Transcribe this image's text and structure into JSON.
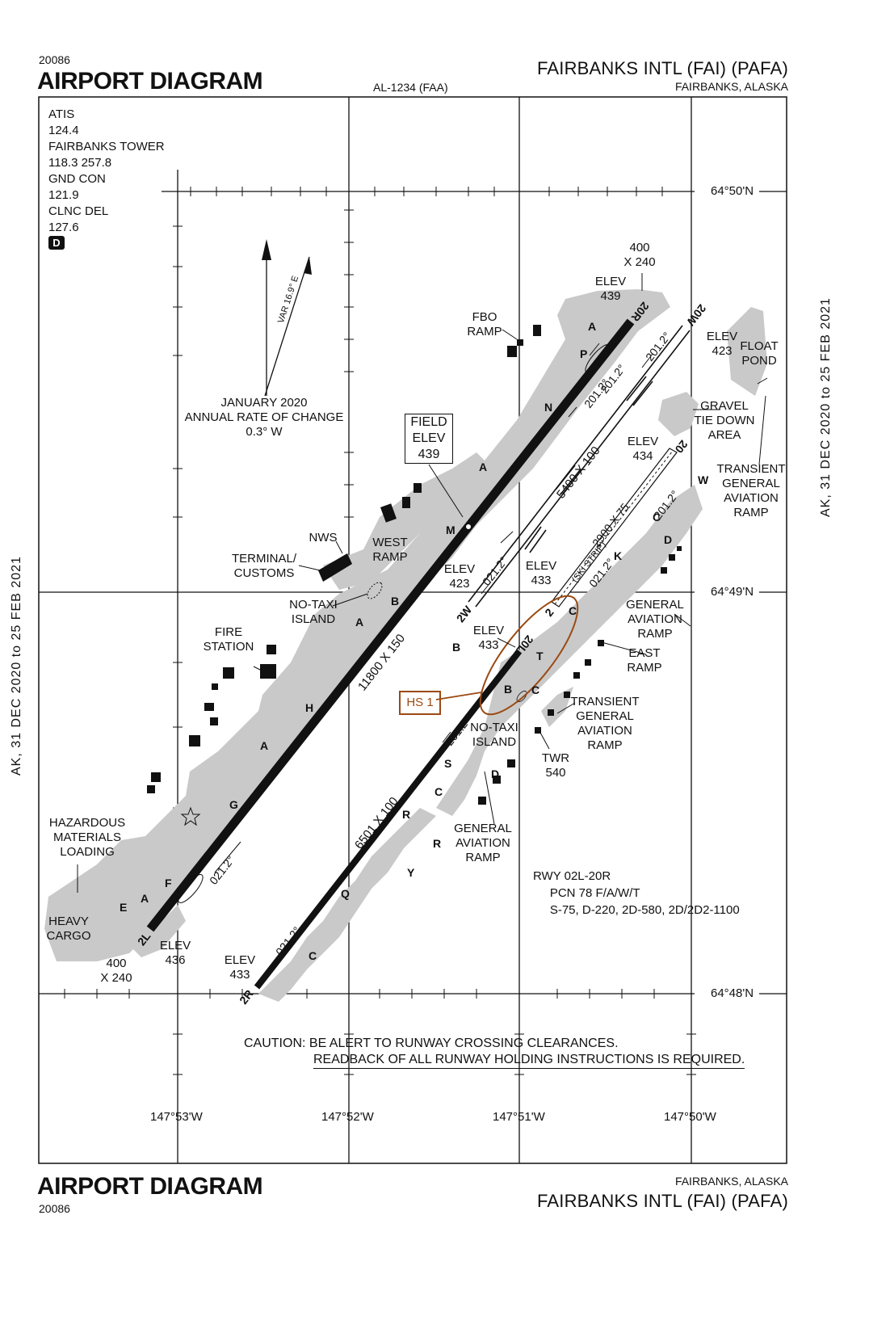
{
  "header": {
    "procedure_number": "20086",
    "title": "AIRPORT DIAGRAM",
    "chart_id": "AL-1234 (FAA)",
    "airport_name": "FAIRBANKS INTL (FAI) (PAFA)",
    "location": "FAIRBANKS, ALASKA"
  },
  "footer": {
    "title": "AIRPORT DIAGRAM",
    "procedure_number": "20086",
    "location": "FAIRBANKS, ALASKA",
    "airport_name": "FAIRBANKS INTL (FAI) (PAFA)"
  },
  "validity": {
    "left": "AK, 31 DEC 2020 to 25 FEB 2021",
    "right": "AK, 31 DEC 2020 to 25 FEB 2021"
  },
  "frequencies": {
    "text": "ATIS\n124.4\nFAIRBANKS TOWER\n118.3  257.8\nGND CON\n121.9\nCLNC DEL\n127.6",
    "badge": "D"
  },
  "magnetic": {
    "variation": "VAR 16.9° E",
    "rate_of_change": "JANUARY 2020\nANNUAL RATE OF CHANGE\n0.3° W"
  },
  "field_elev": "FIELD\nELEV\n439",
  "coords": {
    "lat1": "64°50'N",
    "lat2": "64°49'N",
    "lat3": "64°48'N",
    "lon1": "147°53'W",
    "lon2": "147°52'W",
    "lon3": "147°51'W",
    "lon4": "147°50'W"
  },
  "labels": {
    "fbo_ramp": "FBO\nRAMP",
    "nws": "NWS",
    "terminal": "TERMINAL/\nCUSTOMS",
    "west_ramp": "WEST\nRAMP",
    "no_taxi_1": "NO-TAXI\nISLAND",
    "no_taxi_2": "NO-TAXI\nISLAND",
    "fire_station": "FIRE\nSTATION",
    "hazmat": "HAZARDOUS\nMATERIALS\nLOADING",
    "heavy_cargo": "HEAVY\nCARGO",
    "float_pond": "FLOAT\nPOND",
    "gravel_tie": "GRAVEL\nTIE DOWN\nAREA",
    "transient_ga_1": "TRANSIENT\nGENERAL\nAVIATION\nRAMP",
    "ga_ramp_1": "GENERAL\nAVIATION\nRAMP",
    "east_ramp": "EAST\nRAMP",
    "transient_ga_2": "TRANSIENT\nGENERAL\nAVIATION\nRAMP",
    "twr": "TWR\n540",
    "ga_ramp_2": "GENERAL\nAVIATION\nRAMP",
    "hs1": "HS 1"
  },
  "elevations": {
    "e_20r": "ELEV\n439",
    "e_20w": "ELEV\n423",
    "e_20": "ELEV\n434",
    "e_2w": "ELEV\n423",
    "e_2": "ELEV\n433",
    "e_20l": "ELEV\n433",
    "e_2l": "ELEV\n436",
    "e_2r": "ELEV\n433"
  },
  "dimensions": {
    "rwy_2l_20r": "11800 X 150",
    "rwy_2r_20l": "6501 X 100",
    "rwy_2w_20w": "5400 X 100",
    "ski_strip": "2900 X 75",
    "ski_label": "(SKI STRIP)",
    "overrun_20r": "400\nX 240",
    "overrun_2l": "400\nX 240"
  },
  "runway_ids": {
    "r20r": "20R",
    "r20w": "20W",
    "r20": "20",
    "r2w": "2W",
    "r2": "2",
    "r20l": "20L",
    "r2l": "2L",
    "r2r": "2R"
  },
  "headings": {
    "h1": "201.2°",
    "h2": "201.2°",
    "h3": "201.2°",
    "h4": "021.2°",
    "h5": "021.2°",
    "h6": "201.2°",
    "h7": "021.2°",
    "h8": "021.2°",
    "h9": "201.2°"
  },
  "taxiways": [
    "A",
    "P",
    "N",
    "A",
    "M",
    "B",
    "A",
    "H",
    "A",
    "G",
    "F",
    "E",
    "A",
    "B",
    "T",
    "B",
    "C",
    "S",
    "C",
    "R",
    "R",
    "Y",
    "Q",
    "C",
    "D",
    "C",
    "D",
    "C",
    "K",
    "W"
  ],
  "runway_info": "RWY 02L-20R\n     PCN 78 F/A/W/T\n     S-75, D-220, 2D-580, 2D/2D2-1100",
  "caution": {
    "line1": "CAUTION: BE ALERT TO RUNWAY CROSSING CLEARANCES.",
    "line2": "READBACK OF ALL RUNWAY HOLDING INSTRUCTIONS IS REQUIRED."
  }
}
